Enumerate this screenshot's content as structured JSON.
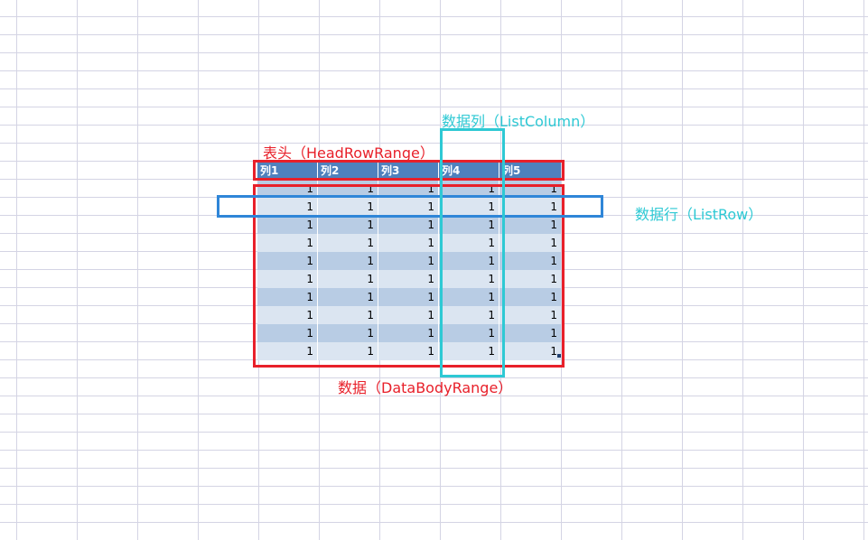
{
  "table": {
    "headers": [
      "列1",
      "列2",
      "列3",
      "列4",
      "列5"
    ],
    "rows": [
      [
        "1",
        "1",
        "1",
        "1",
        "1"
      ],
      [
        "1",
        "1",
        "1",
        "1",
        "1"
      ],
      [
        "1",
        "1",
        "1",
        "1",
        "1"
      ],
      [
        "1",
        "1",
        "1",
        "1",
        "1"
      ],
      [
        "1",
        "1",
        "1",
        "1",
        "1"
      ],
      [
        "1",
        "1",
        "1",
        "1",
        "1"
      ],
      [
        "1",
        "1",
        "1",
        "1",
        "1"
      ],
      [
        "1",
        "1",
        "1",
        "1",
        "1"
      ],
      [
        "1",
        "1",
        "1",
        "1",
        "1"
      ],
      [
        "1",
        "1",
        "1",
        "1",
        "1"
      ]
    ]
  },
  "annotations": {
    "header_label": "表头（HeadRowRange）",
    "body_label": "数据（DataBodyRange）",
    "column_label": "数据列（ListColumn）",
    "row_label": "数据行（ListRow）"
  },
  "colors": {
    "header_fill": "#4f81bd",
    "band_dark": "#b8cce4",
    "band_light": "#dbe5f1",
    "highlight_red": "#e8202a",
    "highlight_blue": "#2f86d8",
    "highlight_cyan": "#2ec9d4",
    "gridline": "#d4d4e4"
  }
}
